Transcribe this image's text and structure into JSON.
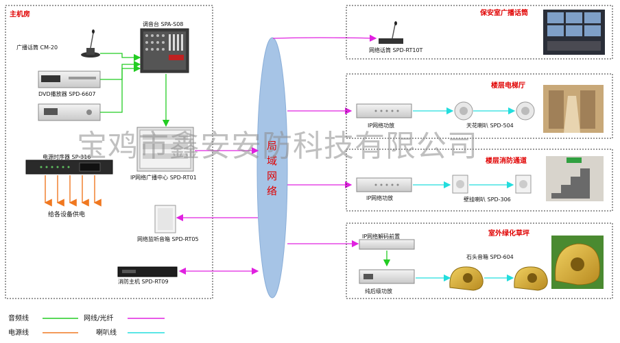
{
  "main_room": {
    "title": "主机房",
    "mic_label": "广播话筒 CM-20",
    "mixer_label": "调音台 SPA-S08",
    "dvd_label": "DVD播放器 SPD-6607",
    "sequencer_label": "电源时序器 SP-316",
    "center_label": "IP网络广播中心 SPD-RT01",
    "supply_label": "给各设备供电",
    "monitor_label": "网络监听音箱 SPD-RT05",
    "fire_label": "消防主机 SPD-RT09"
  },
  "network": {
    "label": [
      "局",
      "域",
      "网",
      "络"
    ]
  },
  "zones": {
    "security": {
      "title": "保安室广播话筒",
      "mic_label": "网络话筒 SPD-RT10T"
    },
    "elevator": {
      "title": "楼层电梯厅",
      "amp_label": "IP网络功放",
      "speaker_label": "天花喇叭 SPD-504"
    },
    "stair": {
      "title": "楼层消防通道",
      "amp_label": "IP网络功放",
      "speaker_label": "壁挂喇叭 SPD-306"
    },
    "lawn": {
      "title": "室外绿化草坪",
      "decoder_label": "IP网络解码前置",
      "amp_label": "纯后级功放",
      "speaker_label": "石头音箱 SPD-604"
    }
  },
  "legend": {
    "audio": "音频线",
    "power": "电源线",
    "network": "网线/光纤",
    "speaker": "喇叭线"
  },
  "watermark": "宝鸡市鑫安安防科技有限公司",
  "colors": {
    "audio": "#22cc22",
    "power": "#f07820",
    "network": "#e020e0",
    "speaker": "#22dddd",
    "title_red": "#e00000",
    "ellipse": "#a6c4e6"
  }
}
